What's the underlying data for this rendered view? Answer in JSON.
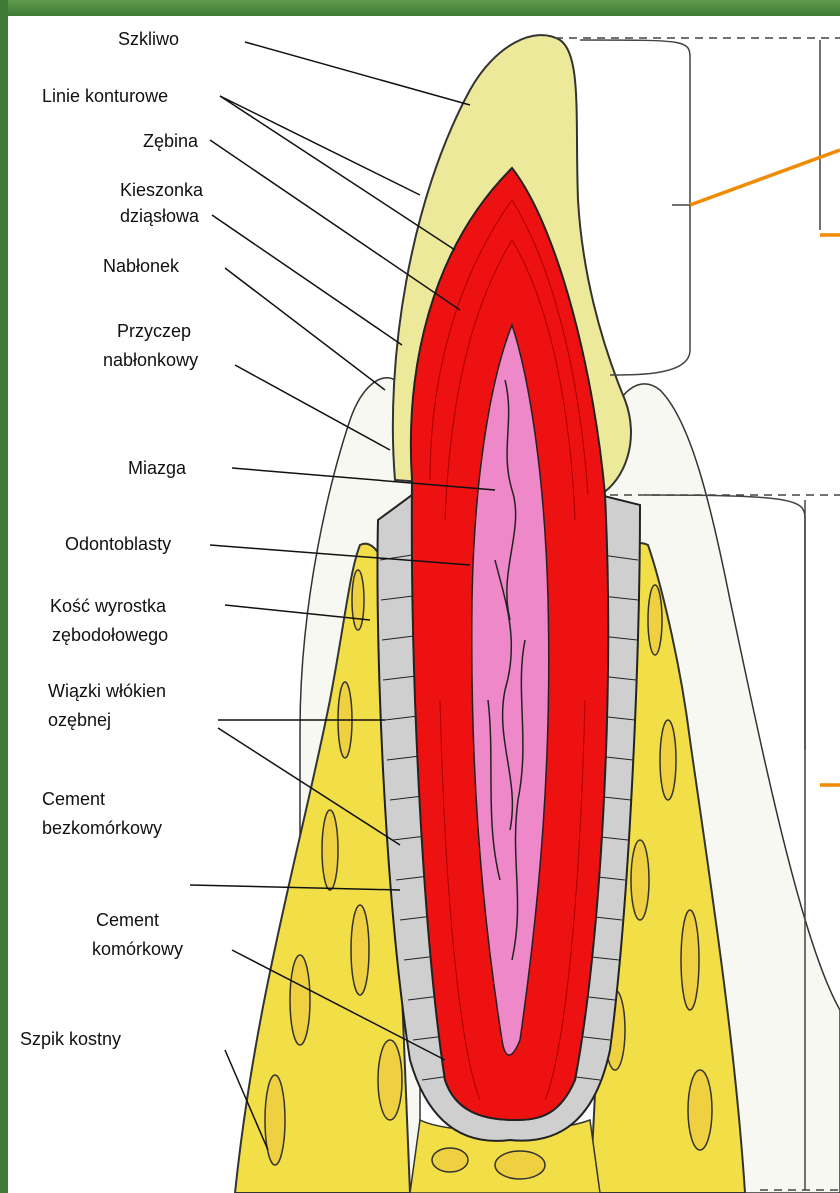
{
  "labels": {
    "szkliwo": "Szkliwo",
    "linie": "Linie konturowe",
    "zebina": "Zębina",
    "kieszonka_1": "Kieszonka",
    "kieszonka_2": "dziąsłowa",
    "nablonek": "Nabłonek",
    "przyczep_1": "Przyczep",
    "przyczep_2": "nabłonkowy",
    "miazga": "Miazga",
    "odontoblasty": "Odontoblasty",
    "kosc_1": "Kość wyrostka",
    "kosc_2": "zębodołowego",
    "wiazki_1": "Wiązki włókien",
    "wiazki_2": "ozębnej",
    "cement_bez_1": "Cement",
    "cement_bez_2": "bezkomórkowy",
    "cement_kom_1": "Cement",
    "cement_kom_2": "komórkowy",
    "szpik": "Szpik kostny"
  },
  "colors": {
    "frame": "#3d7a37",
    "dentin": "#ee1111",
    "pulp": "#ee88c8",
    "enamel": "#ecea9a",
    "bone": "#f2df48",
    "gingiva": "#fbfbf6",
    "ligament": "#222222",
    "arrow": "#f08a00"
  }
}
